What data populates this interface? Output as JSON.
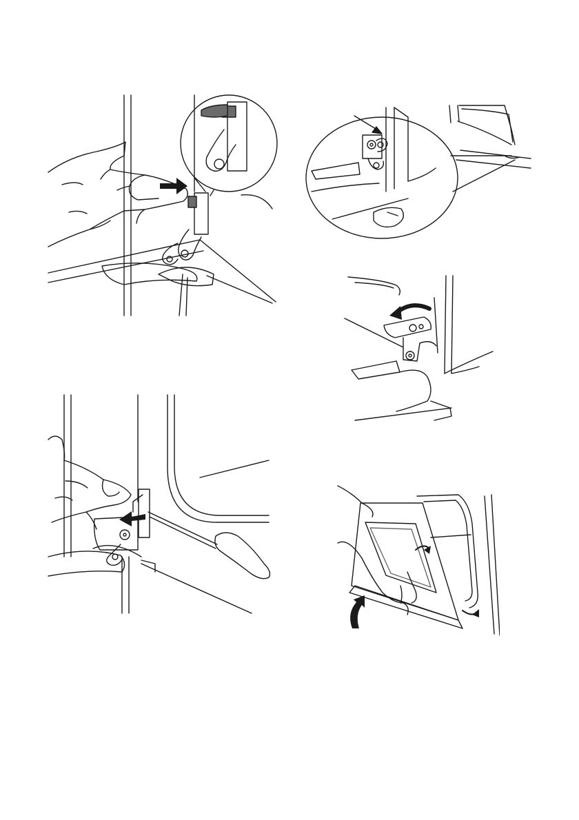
{
  "page": {
    "background": "#ffffff",
    "line_color": "#1a1a1a",
    "shade_color": "#6b6b6b",
    "arrow_color": "#1a1a1a"
  },
  "figures": [
    {
      "id": "hinge-lever-press",
      "icons": [
        "hand-icon",
        "hinge-icon",
        "push-arrow-icon",
        "magnifier-callout-icon"
      ]
    },
    {
      "id": "hinge-closeup-callout",
      "icons": [
        "hinge-icon",
        "pointer-arrow-icon",
        "magnifier-callout-icon"
      ]
    },
    {
      "id": "hinge-lever-rotate",
      "icons": [
        "hinge-icon",
        "rotate-arrow-icon"
      ]
    },
    {
      "id": "hinge-screwdriver-release",
      "icons": [
        "hand-icon",
        "screwdriver-icon",
        "hinge-icon",
        "pull-arrow-icon"
      ]
    },
    {
      "id": "door-panel-lift-out",
      "icons": [
        "hand-icon",
        "door-panel-icon",
        "lift-arrow-icon",
        "curved-arrow-icon"
      ]
    }
  ]
}
